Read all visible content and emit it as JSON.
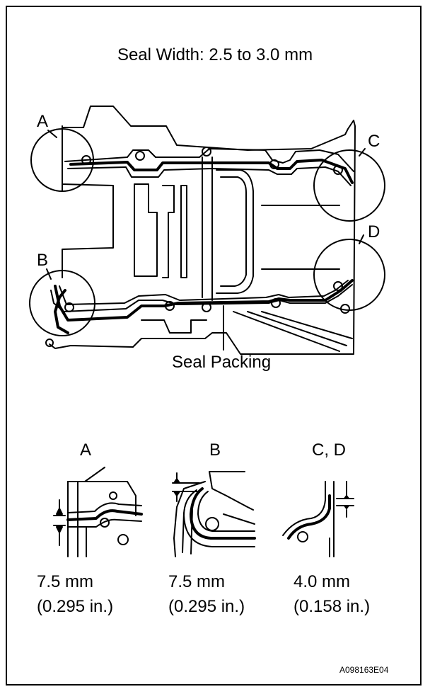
{
  "title": "Seal Width: 2.5 to 3.0 mm",
  "callouts": {
    "a": "A",
    "b": "B",
    "c": "C",
    "d": "D"
  },
  "seal_packing_label": "Seal Packing",
  "details": [
    {
      "label": "A",
      "measurement": "7.5 mm",
      "imperial": "(0.295 in.)"
    },
    {
      "label": "B",
      "measurement": "7.5 mm",
      "imperial": "(0.295 in.)"
    },
    {
      "label": "C, D",
      "measurement": "4.0 mm",
      "imperial": "(0.158 in.)"
    }
  ],
  "figure_code": "A098163E04"
}
